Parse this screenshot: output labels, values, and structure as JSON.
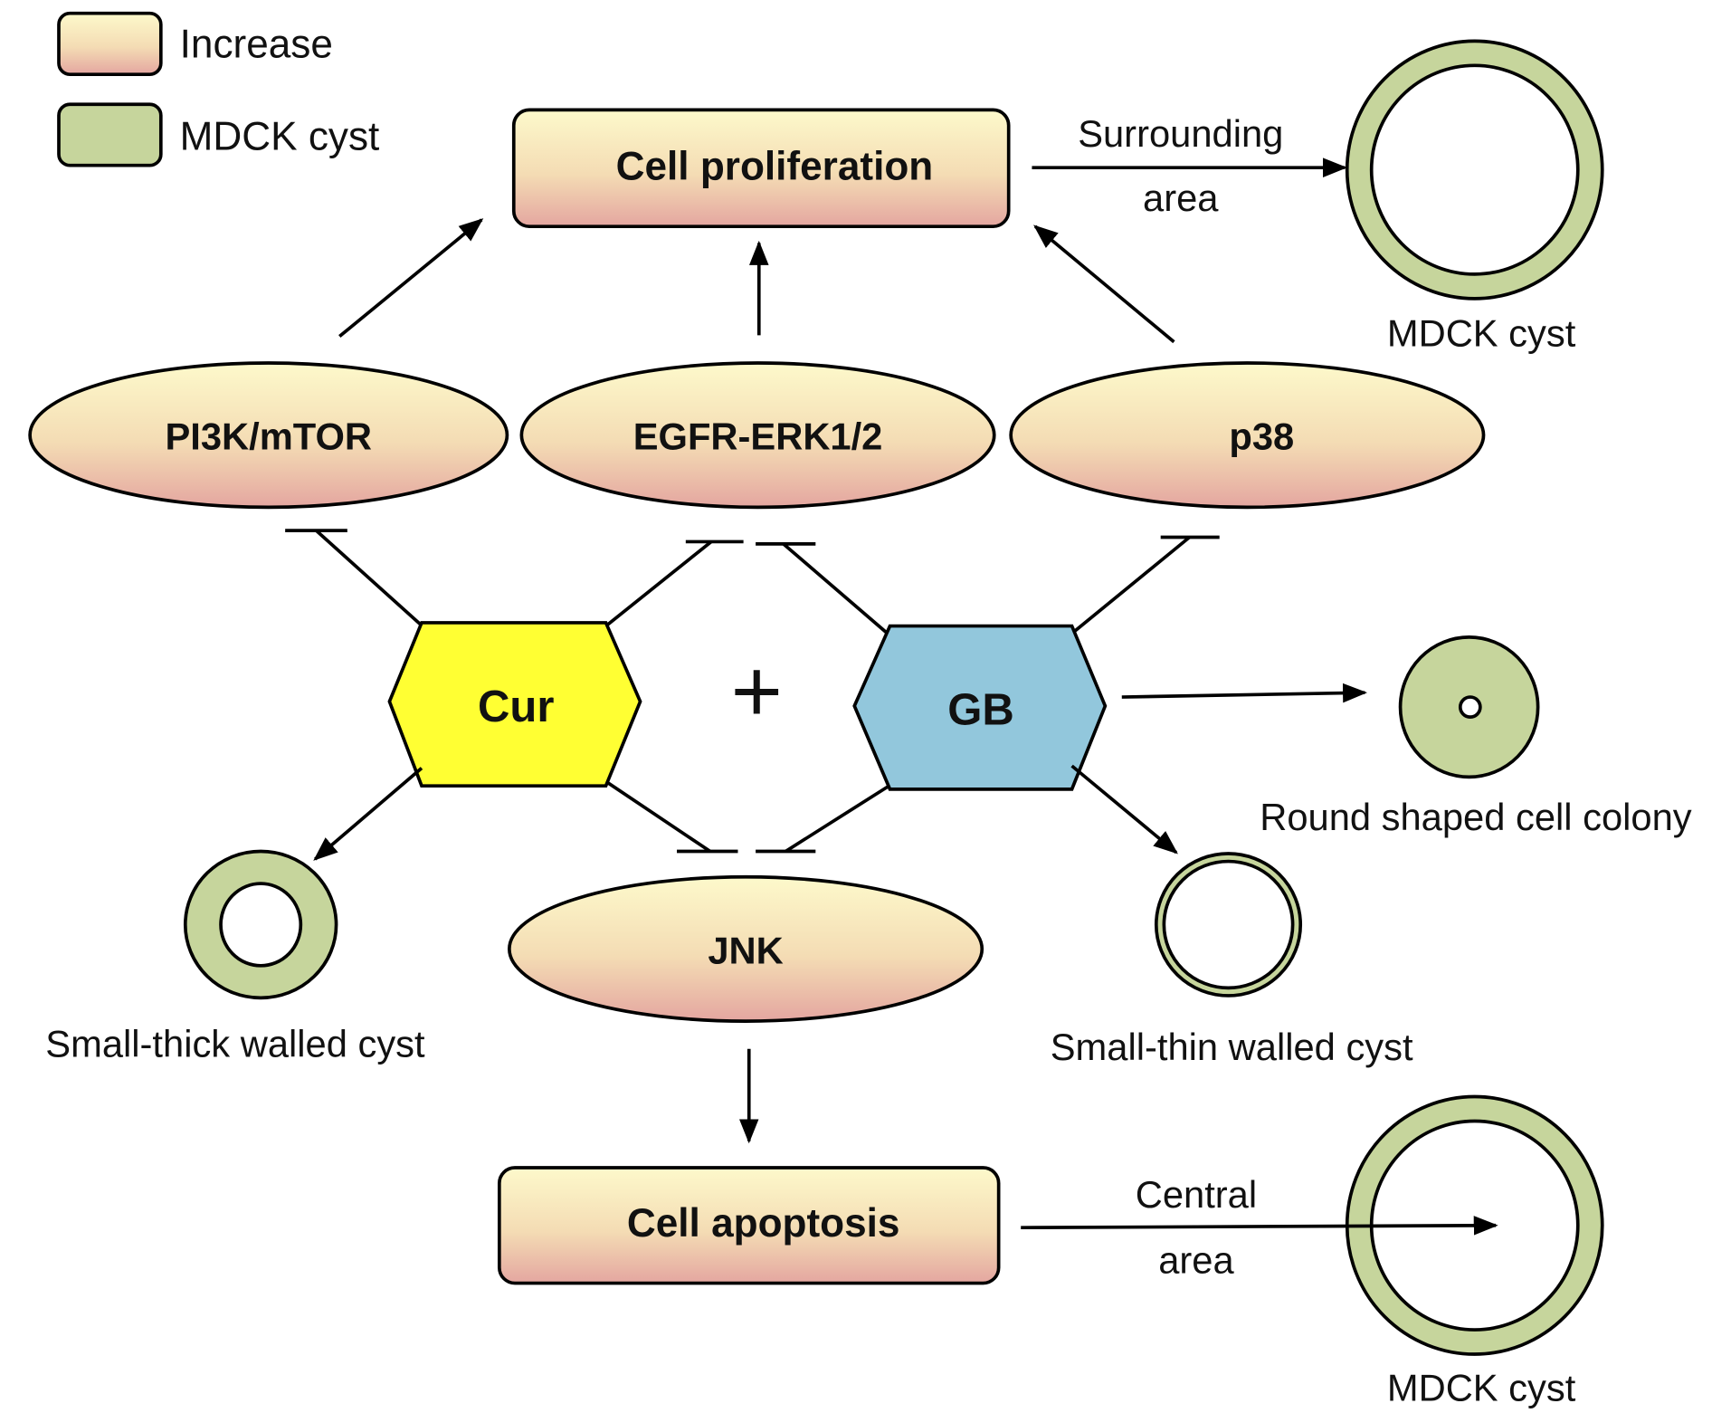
{
  "legend": {
    "items": [
      {
        "label": "Increase",
        "swatch": "gradient-peach"
      },
      {
        "label": "MDCK cyst",
        "swatch": "green"
      }
    ]
  },
  "colors": {
    "node_gradient_top": "#fdf7c6",
    "node_gradient_bottom": "#e6a8a0",
    "cyst_green": "#c6d59c",
    "cur_yellow": "#ffff33",
    "gb_blue": "#92c7dc",
    "stroke": "#000000"
  },
  "nodes": {
    "cell_proliferation": "Cell proliferation",
    "pi3k": "PI3K/mTOR",
    "egfr": "EGFR-ERK1/2",
    "p38": "p38",
    "jnk": "JNK",
    "cell_apoptosis": "Cell apoptosis",
    "cur": "Cur",
    "gb": "GB",
    "plus": "+"
  },
  "edges": [
    {
      "from": "PI3K/mTOR",
      "to": "Cell proliferation",
      "type": "activation"
    },
    {
      "from": "EGFR-ERK1/2",
      "to": "Cell proliferation",
      "type": "activation"
    },
    {
      "from": "p38",
      "to": "Cell proliferation",
      "type": "activation"
    },
    {
      "from": "Cur",
      "to": "PI3K/mTOR",
      "type": "inhibition"
    },
    {
      "from": "Cur",
      "to": "EGFR-ERK1/2",
      "type": "inhibition"
    },
    {
      "from": "GB",
      "to": "EGFR-ERK1/2",
      "type": "inhibition"
    },
    {
      "from": "GB",
      "to": "p38",
      "type": "inhibition"
    },
    {
      "from": "Cur",
      "to": "JNK",
      "type": "inhibition"
    },
    {
      "from": "GB",
      "to": "JNK",
      "type": "inhibition"
    },
    {
      "from": "JNK",
      "to": "Cell apoptosis",
      "type": "activation"
    },
    {
      "from": "Cell proliferation",
      "to": "MDCK cyst (top)",
      "type": "activation"
    },
    {
      "from": "Cell apoptosis",
      "to": "MDCK cyst (bottom)",
      "type": "activation"
    },
    {
      "from": "Cur",
      "to": "Small-thick walled cyst",
      "type": "activation"
    },
    {
      "from": "GB",
      "to": "Round shaped cell colony",
      "type": "activation"
    },
    {
      "from": "GB",
      "to": "Small-thin walled cyst",
      "type": "activation"
    }
  ],
  "edge_labels": {
    "surrounding_line1": "Surrounding",
    "surrounding_line2": "area",
    "central_line1": "Central",
    "central_line2": "area"
  },
  "cysts": {
    "top_mdck": "MDCK cyst",
    "bottom_mdck": "MDCK cyst",
    "small_thick": "Small-thick walled cyst",
    "small_thin": "Small-thin walled cyst",
    "round_colony": "Round shaped cell colony"
  }
}
